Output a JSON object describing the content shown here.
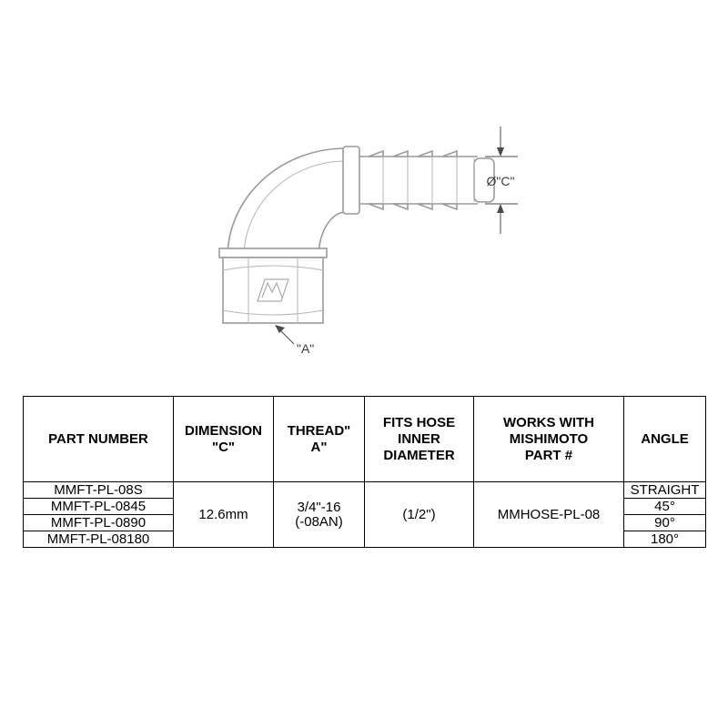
{
  "diagram": {
    "dim_label": "Ø\"C\"",
    "a_label": "\"A\""
  },
  "table": {
    "headers": [
      "PART NUMBER",
      "DIMENSION\n\"C\"",
      "THREAD\"\nA\"",
      "FITS HOSE\nINNER\nDIAMETER",
      "WORKS WITH\nMISHIMOTO\nPART #",
      "ANGLE"
    ],
    "merged": {
      "dimension_c": "12.6mm",
      "thread_a": "3/4\"-16\n(-08AN)",
      "fits_hose_inner_diameter": "(1/2\")",
      "works_with_mishimoto_part": "MMHOSE-PL-08"
    },
    "rows": [
      {
        "part_number": "MMFT-PL-08S",
        "angle": "STRAIGHT"
      },
      {
        "part_number": "MMFT-PL-0845",
        "angle": "45°"
      },
      {
        "part_number": "MMFT-PL-0890",
        "angle": "90°"
      },
      {
        "part_number": "MMFT-PL-08180",
        "angle": "180°"
      }
    ]
  }
}
